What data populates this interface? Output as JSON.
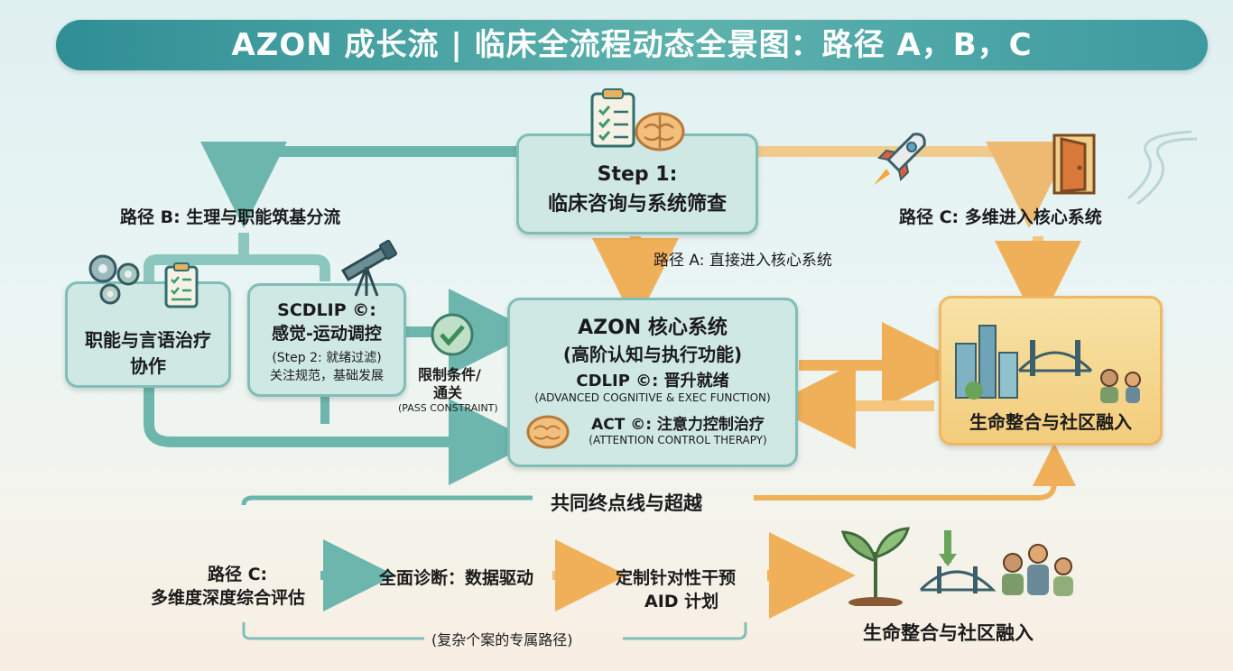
{
  "title": "AZON 成长流 | 临床全流程动态全景图：路径 A，B，C",
  "step1": {
    "line1": "Step 1:",
    "line2": "临床咨询与系统筛查"
  },
  "path_a_label": "路径 A: 直接进入核心系统",
  "path_b_label": "路径 B: 生理与职能筑基分流",
  "path_c_label": "路径 C: 多维进入核心系统",
  "ot_box": {
    "line1": "职能与言语治疗",
    "line2": "协作"
  },
  "scdlip_box": {
    "line1": "SCDLIP ©:",
    "line2": "感觉-运动调控",
    "line3": "(Step 2: 就绪过滤)",
    "line4": "关注规范，基础发展"
  },
  "constraint": {
    "line1": "限制条件/",
    "line2": "通关",
    "line3": "(PASS CONSTRAINT)"
  },
  "core_box": {
    "line1": "AZON 核心系统",
    "line2": "(高阶认知与执行功能)",
    "line3": "CDLIP ©:  晋升就绪",
    "line4": "(ADVANCED COGNITIVE & EXEC FUNCTION)",
    "line5": "ACT ©: 注意力控制治疗",
    "line6": "(ATTENTION CONTROL THERAPY)"
  },
  "life_box": {
    "label": "生命整合与社区融入"
  },
  "common_end": "共同终点线与超越",
  "bottom": {
    "c_line1": "路径 C:",
    "c_line2": "多维度深度综合评估",
    "diag": "全面诊断：数据驱动",
    "aid_line1": "定制针对性干预",
    "aid_line2": "AID 计划",
    "life": "生命整合与社区融入",
    "note": "(复杂个案的专属路径)"
  },
  "icons": [
    "clipboard-icon",
    "brain-icon",
    "rocket-icon",
    "door-icon",
    "gears-icon",
    "telescope-icon",
    "check-badge-icon",
    "city-icon",
    "plant-icon",
    "people-icon",
    "dna-icon"
  ],
  "colors": {
    "teal": "#5fb0a8",
    "teal_dark": "#2f8f95",
    "orange": "#f2b35a",
    "box_bg": "#cfe8e4",
    "gold_bg": "#f5d48c"
  }
}
